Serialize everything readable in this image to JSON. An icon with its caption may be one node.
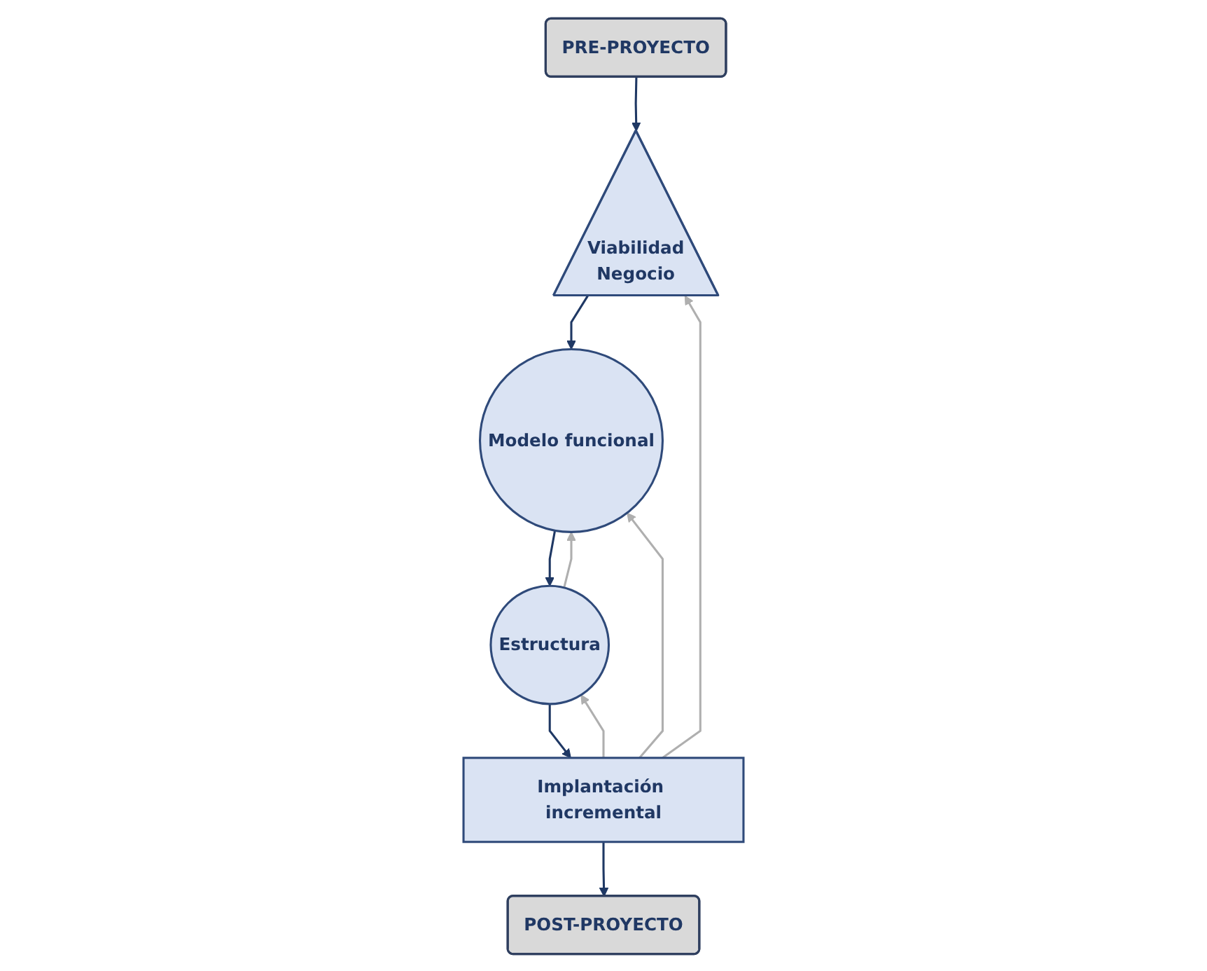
{
  "diagram": {
    "nodes": [
      {
        "text": [
          "PRE-PROYECTO"
        ]
      },
      {
        "text": [
          "Viabilidad",
          "Negocio"
        ]
      },
      {
        "text": [
          "Modelo funcional"
        ]
      },
      {
        "text": [
          "Implantación incremental"
        ]
      },
      {
        "text": [
          "Estructura"
        ]
      },
      {
        "text": [
          "POST-PROYECTO"
        ]
      }
    ],
    "edges": [
      {
        "from": 0,
        "to": 1,
        "arrow": "to"
      },
      {
        "from": 1,
        "to": 2,
        "arrow": "to"
      },
      {
        "from": 3,
        "to": 1,
        "arrow": "to",
        "color": "#afafaf"
      },
      {
        "from": 3,
        "to": 2,
        "arrow": "to",
        "color": "#afafaf"
      },
      {
        "from": 3,
        "to": 4,
        "arrow": "to",
        "color": "#afafaf"
      },
      {
        "from": 4,
        "to": 2,
        "arrow": "to",
        "color": "#afafaf"
      },
      {
        "from": 2,
        "to": 4,
        "arrow": "to"
      },
      {
        "from": 4,
        "to": 3,
        "arrow": "to"
      },
      {
        "from": 3,
        "to": 5,
        "arrow": "to"
      }
    ]
  }
}
